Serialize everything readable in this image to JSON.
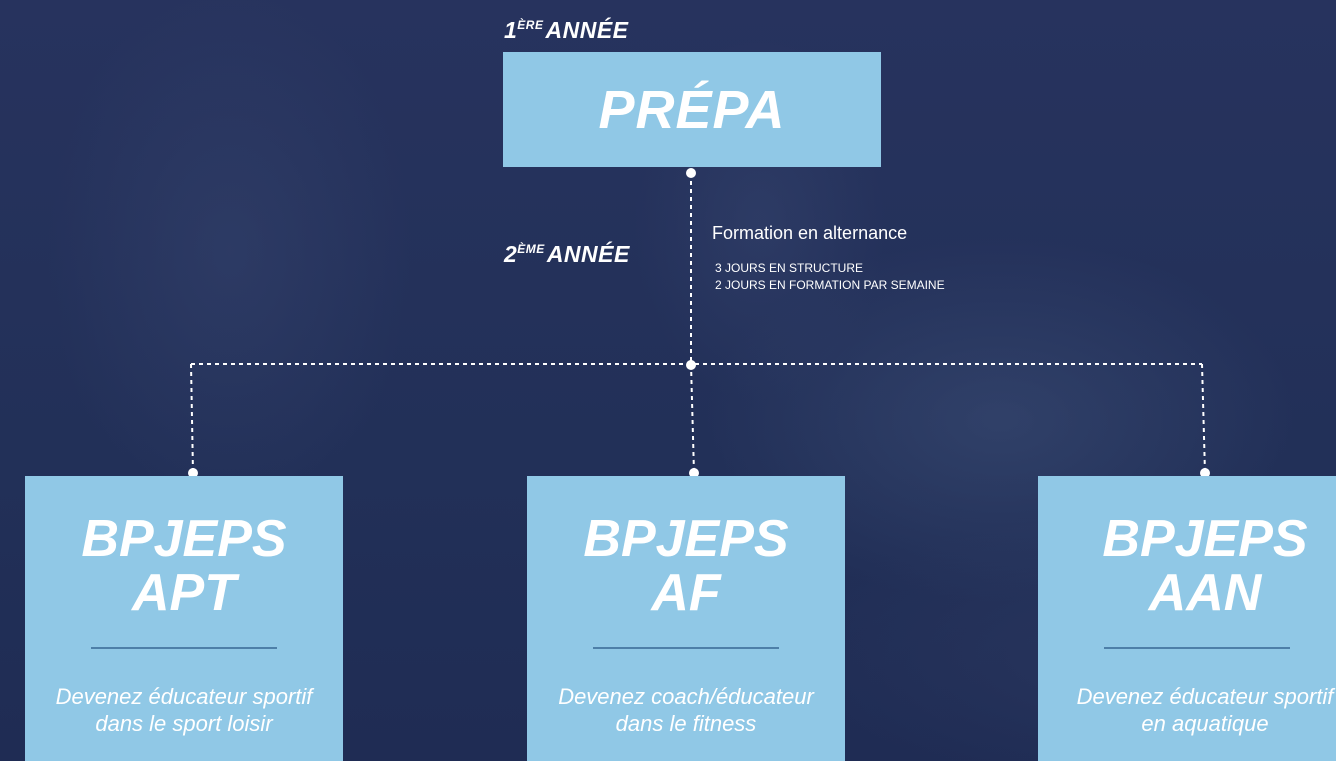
{
  "year1": {
    "number": "1",
    "sup": "ÈRE",
    "label": "ANNÉE"
  },
  "prepa": {
    "label": "PRÉPA"
  },
  "year2": {
    "number": "2",
    "sup": "ÈME",
    "label": "ANNÉE"
  },
  "formation": {
    "title": "Formation en alternance",
    "lines": [
      "3 JOURS EN STRUCTURE",
      "2 JOURS EN FORMATION PAR SEMAINE"
    ]
  },
  "cards": [
    {
      "line1": "BPJEPS",
      "line2": "APT",
      "desc1": "Devenez éducateur sportif",
      "desc2": "dans le sport loisir"
    },
    {
      "line1": "BPJEPS",
      "line2": "AF",
      "desc1": "Devenez coach/éducateur",
      "desc2": "dans le fitness"
    },
    {
      "line1": "BPJEPS",
      "line2": "AAN",
      "desc1": "Devenez éducateur sportif",
      "desc2": "en aquatique"
    }
  ],
  "colors": {
    "background": "#26335f",
    "box": "#90c8e6",
    "text": "#ffffff",
    "divider": "#4d7fa8"
  }
}
